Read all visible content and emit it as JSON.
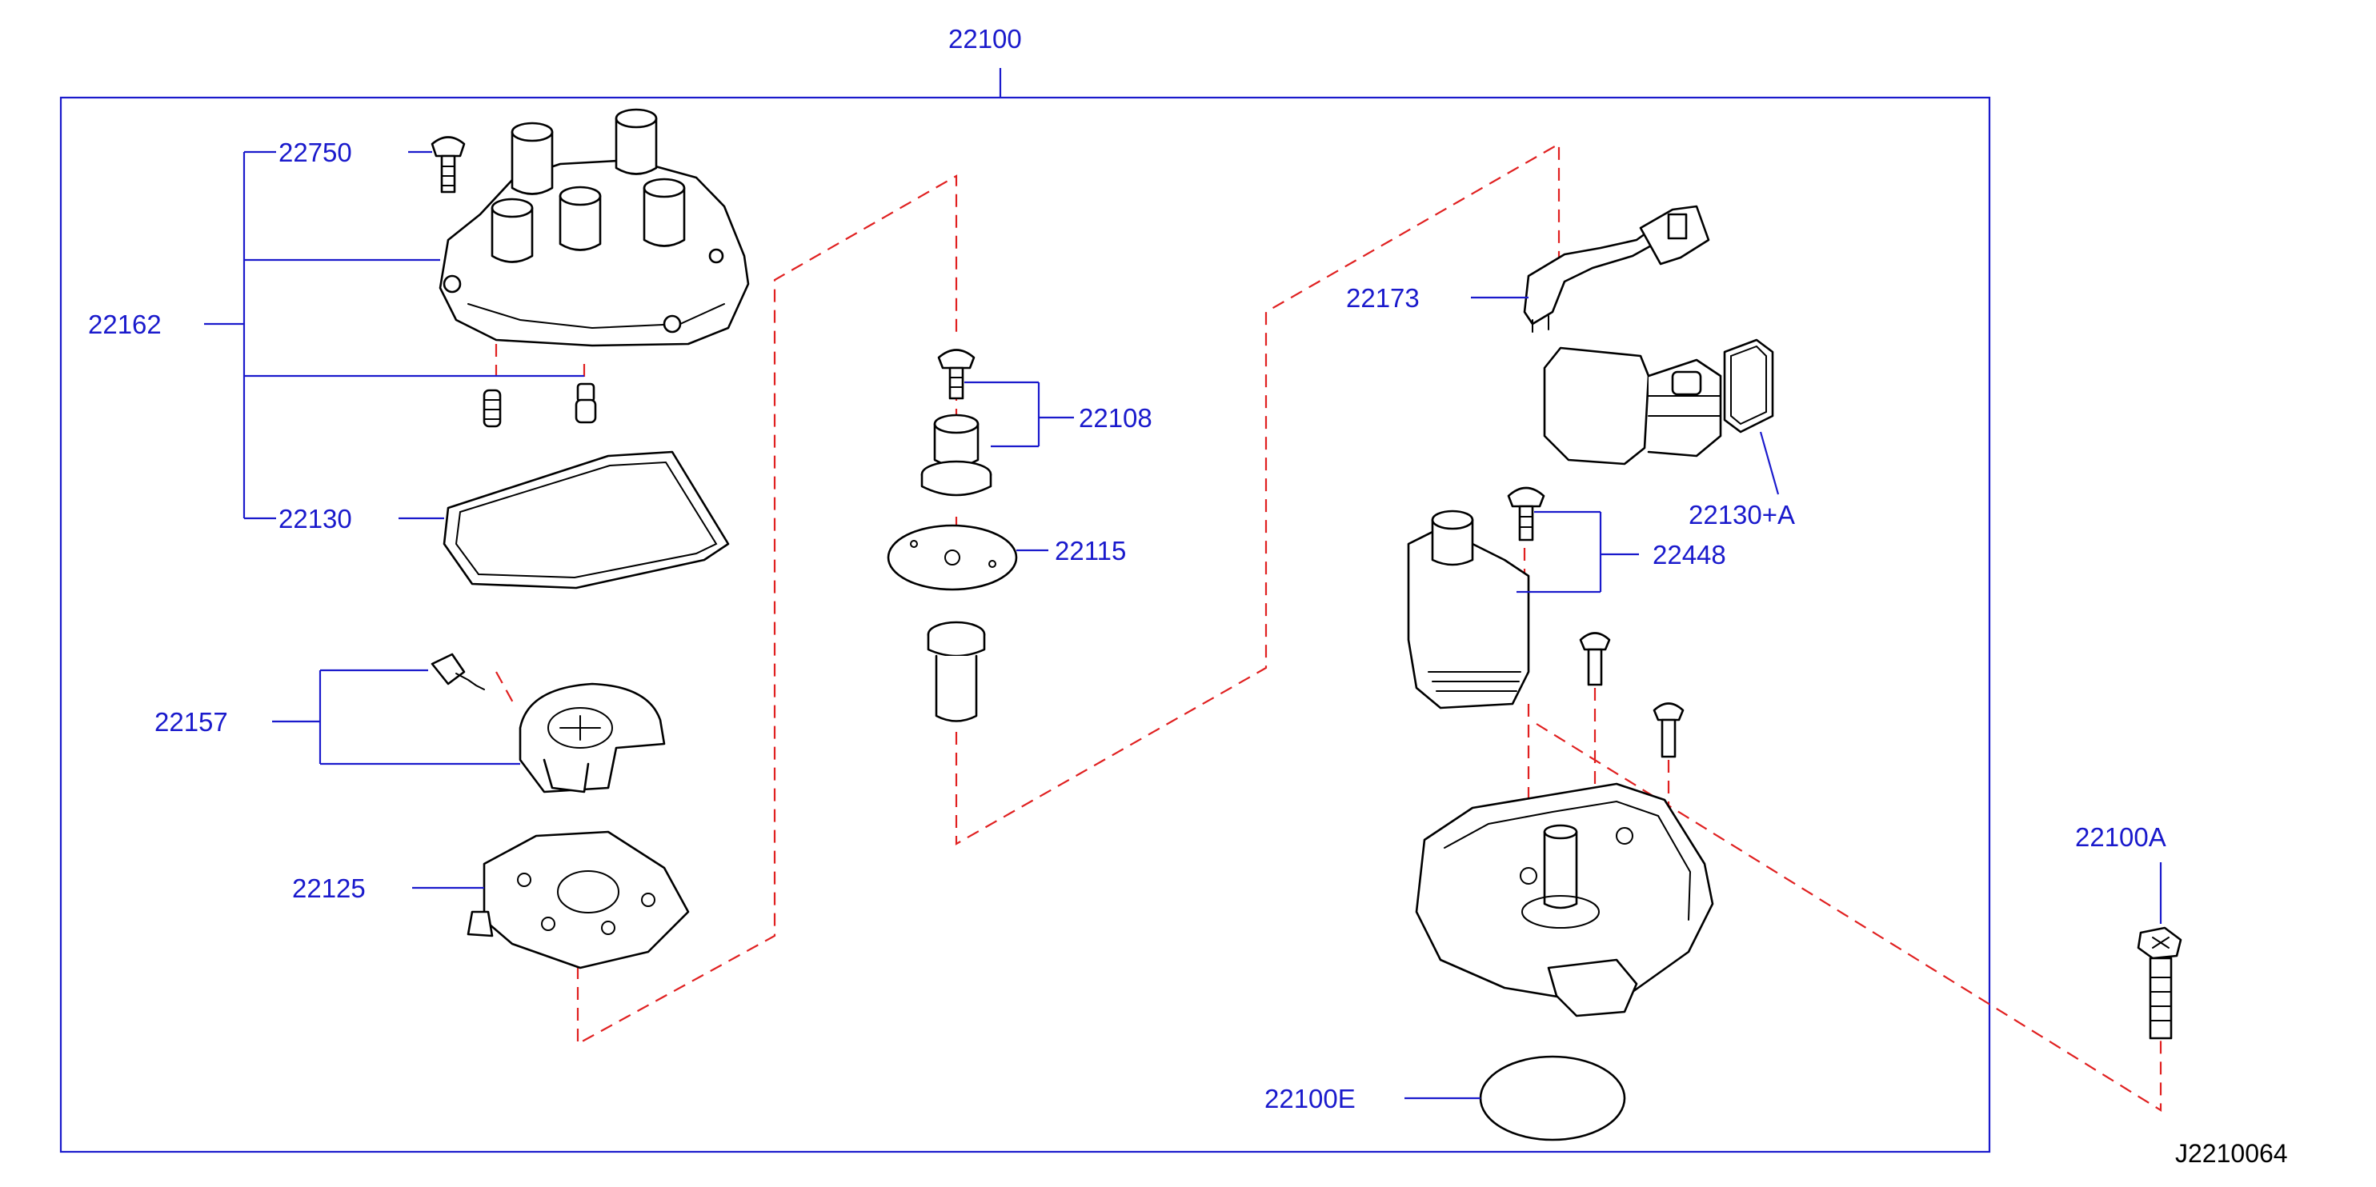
{
  "diagram": {
    "reference_code": "J2210064",
    "labels": {
      "p22100": "22100",
      "p22750": "22750",
      "p22162": "22162",
      "p22130": "22130",
      "p22157": "22157",
      "p22125": "22125",
      "p22108": "22108",
      "p22115": "22115",
      "p22173": "22173",
      "p22130a": "22130+A",
      "p22448": "22448",
      "p22100a": "22100A",
      "p22100e": "22100E"
    },
    "colors": {
      "label_text": "#1a1acc",
      "leader_lines": "#1a1acc",
      "alignment_dashes": "#e02020",
      "part_outline": "#000000"
    }
  }
}
